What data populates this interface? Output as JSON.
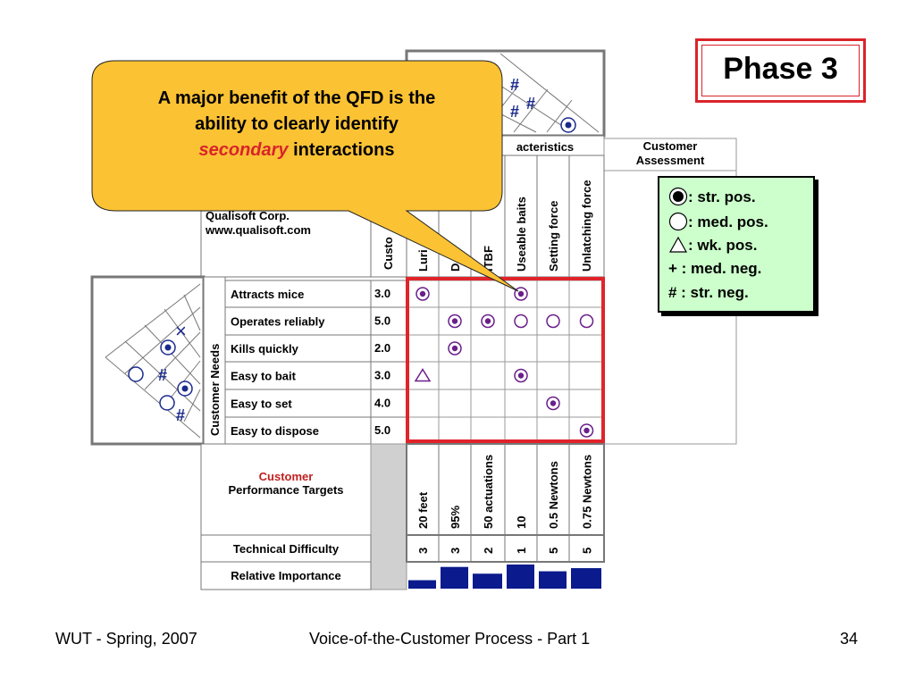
{
  "phase_label": "Phase 3",
  "footer": {
    "left": "WUT - Spring, 2007",
    "center": "Voice-of-the-Customer Process - Part 1",
    "page": "34"
  },
  "callout": {
    "line1": "A major benefit of the QFD is the",
    "line2": "ability to clearly identify",
    "emph": "secondary",
    "rest": " interactions"
  },
  "legend": [
    {
      "symbol": "strong-positive",
      "text": ": str. pos."
    },
    {
      "symbol": "medium-positive",
      "text": ": med. pos."
    },
    {
      "symbol": "weak-positive",
      "text": ": wk. pos."
    },
    {
      "symbol": "medium-negative",
      "text": "+ : med. neg."
    },
    {
      "symbol": "strong-negative",
      "text": "# : str. neg."
    }
  ],
  "qfd": {
    "company": "Qualisoft Corp.",
    "website": "www.qualisoft.com",
    "characteristics_header": "acteristics",
    "customer_assessment_line1": "Customer",
    "customer_assessment_line2": "Assessment",
    "importance_col_label": "Custo",
    "customer_needs_label": "Customer Needs",
    "columns": [
      "Luri",
      "D",
      "ITBF",
      "Useable baits",
      "Setting force",
      "Unlatching force"
    ],
    "needs": [
      {
        "label": "Attracts mice",
        "importance": "3.0"
      },
      {
        "label": "Operates reliably",
        "importance": "5.0"
      },
      {
        "label": "Kills quickly",
        "importance": "2.0"
      },
      {
        "label": "Easy to bait",
        "importance": "3.0"
      },
      {
        "label": "Easy to set",
        "importance": "4.0"
      },
      {
        "label": "Easy to dispose",
        "importance": "5.0"
      }
    ],
    "cells": [
      [
        "strong",
        "",
        "",
        "strong",
        "",
        ""
      ],
      [
        "",
        "strong",
        "strong",
        "medium",
        "medium",
        "medium"
      ],
      [
        "",
        "strong",
        "",
        "",
        "",
        ""
      ],
      [
        "weak",
        "",
        "",
        "strong",
        "",
        ""
      ],
      [
        "",
        "",
        "",
        "",
        "strong",
        ""
      ],
      [
        "",
        "",
        "",
        "",
        "",
        "strong"
      ]
    ],
    "targets_label_red": "Customer",
    "targets_label": "Performance Targets",
    "targets": [
      "20 feet",
      "95%",
      "50 actuations",
      "10",
      "0.5 Newtons",
      "0.75 Newtons"
    ],
    "difficulty_label": "Technical Difficulty",
    "difficulty": [
      "3",
      "3",
      "2",
      "1",
      "5",
      "5"
    ],
    "relative_importance_label": "Relative Importance",
    "relative_importance": [
      0.35,
      0.9,
      0.62,
      1.0,
      0.72,
      0.85
    ],
    "colors": {
      "symbol": "#6a1f8a",
      "bar": "#0b1a8c",
      "highlight": "#e0242a",
      "callout_fill": "#fbc234"
    }
  }
}
